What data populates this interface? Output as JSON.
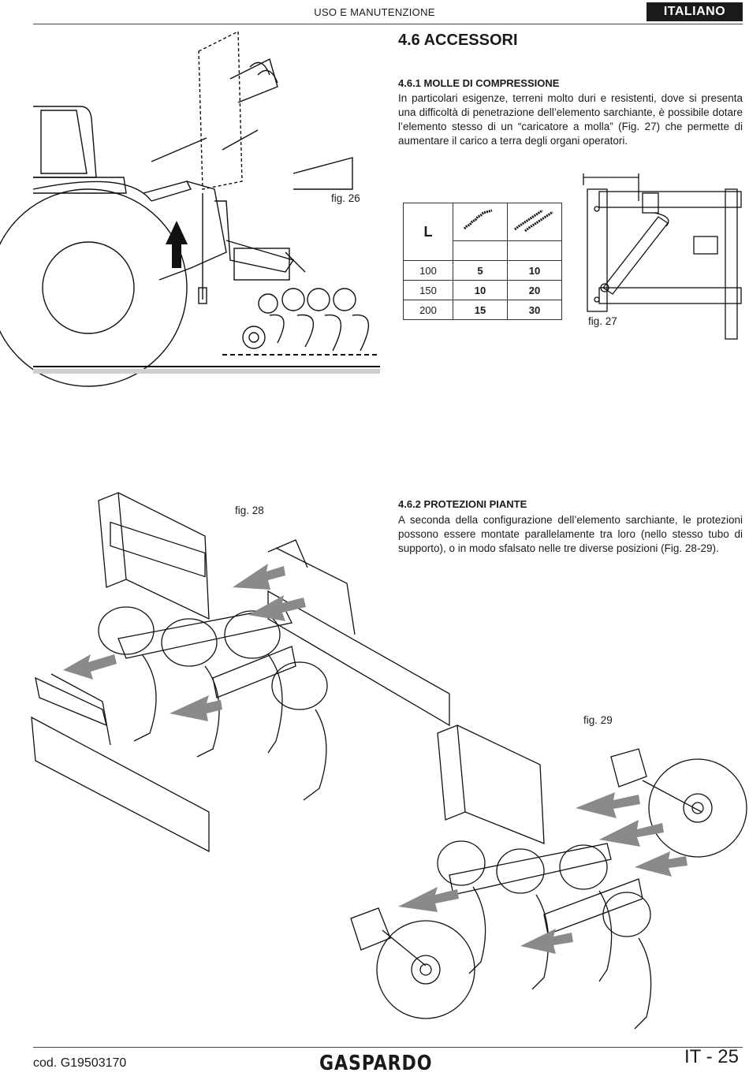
{
  "header": {
    "title": "USO E MANUTENZIONE",
    "language": "ITALIANO"
  },
  "section": {
    "title": "4.6 ACCESSORI"
  },
  "compression_springs": {
    "title": "4.6.1 MOLLE DI COMPRESSIONE",
    "text": "In particolari esigenze, terreni molto duri e resistenti, dove si presenta una difficoltà di penetrazione dell’elemento sarchiante, è possibile dotare l’elemento stesso di un “caricatore a molla” (Fig. 27) che permette di aumentare il carico a terra degli organi operatori."
  },
  "spring_table": {
    "header": "L",
    "rows": [
      {
        "l": "100",
        "single": "5",
        "double": "10"
      },
      {
        "l": "150",
        "single": "10",
        "double": "20"
      },
      {
        "l": "200",
        "single": "15",
        "double": "30"
      }
    ]
  },
  "plant_guards": {
    "title": "4.6.2 PROTEZIONI PIANTE",
    "text": "A seconda della configurazione dell’elemento sarchiante, le protezioni possono essere montate parallelamente tra loro (nello stesso tubo di supporto), o in modo sfalsato nelle tre diverse posizioni (Fig. 28-29)."
  },
  "figures": {
    "fig26": "fig. 26",
    "fig27": "fig. 27",
    "fig28": "fig. 28",
    "fig29": "fig. 29"
  },
  "footer": {
    "code": "cod.  G19503170",
    "brand": "GASPARDO",
    "page": "IT - 25"
  }
}
